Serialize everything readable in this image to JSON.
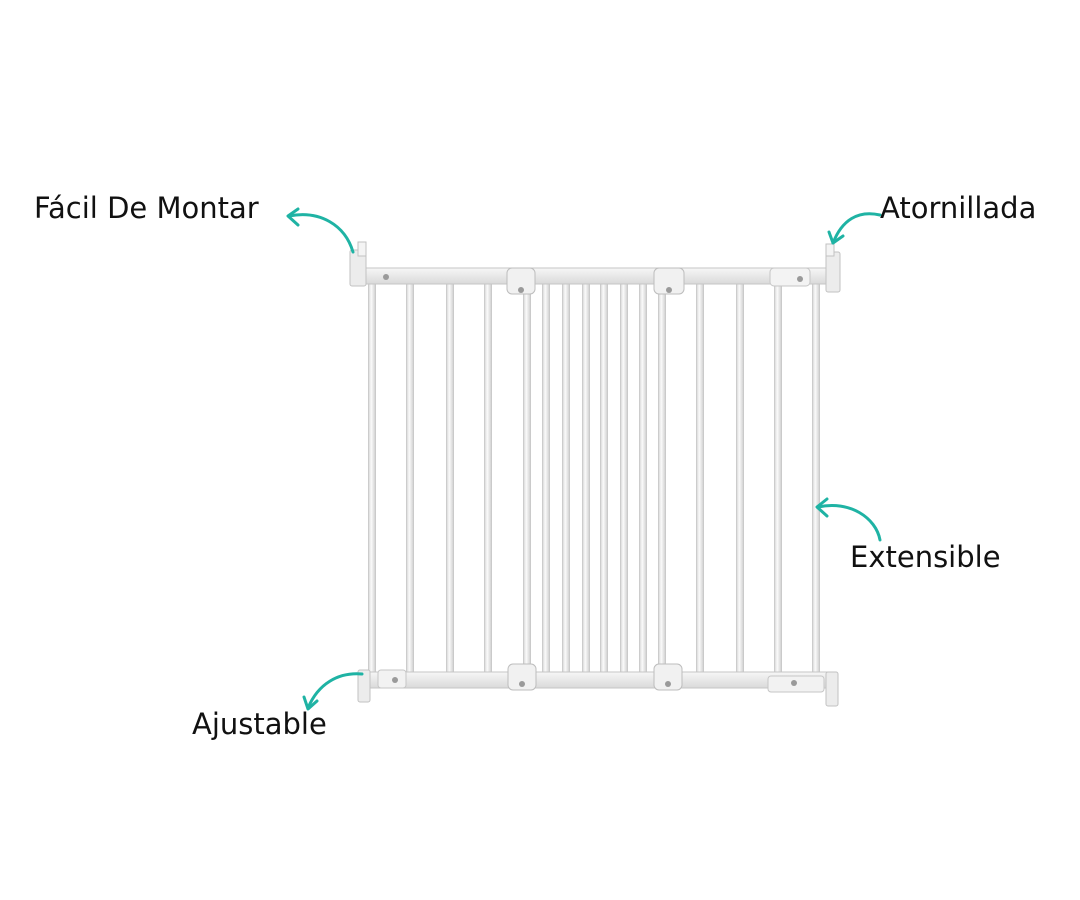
{
  "labels": {
    "easy_mount": "Fácil De Montar",
    "screwed": "Atornillada",
    "extendable": "Extensible",
    "adjustable": "Ajustable"
  },
  "colors": {
    "arrow": "#1fb3a4",
    "gate": "#eeeeee",
    "gate_edge": "#c9c9c9",
    "text": "#111111"
  },
  "icons": {
    "product": "baby-safety-gate",
    "callout": "curved-arrow"
  }
}
